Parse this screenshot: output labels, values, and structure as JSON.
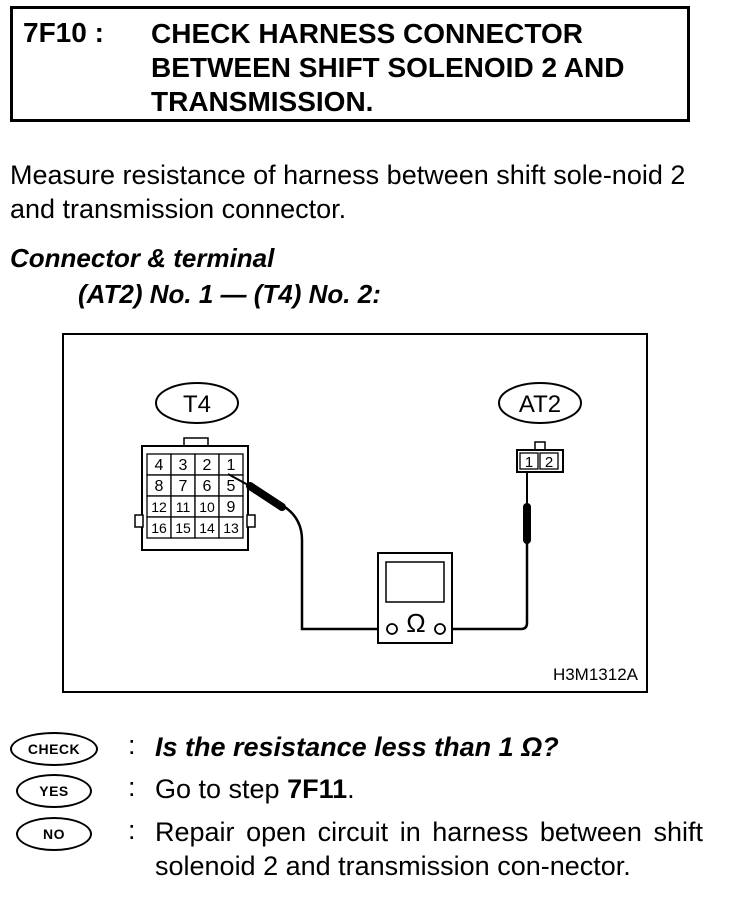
{
  "header": {
    "step_number": "7F10 :",
    "title": "CHECK HARNESS CONNECTOR BETWEEN SHIFT SOLENOID 2 AND TRANSMISSION."
  },
  "instruction": "Measure resistance of harness between shift sole-noid 2 and transmission connector.",
  "connector": {
    "heading": "Connector & terminal",
    "spec": "(AT2) No. 1 — (T4) No. 2:"
  },
  "diagram": {
    "label_t4": "T4",
    "label_at2": "AT2",
    "t4_pins": [
      "4",
      "3",
      "2",
      "1",
      "8",
      "7",
      "6",
      "5",
      "12",
      "11",
      "10",
      "9",
      "16",
      "15",
      "14",
      "13"
    ],
    "at2_pins": [
      "1",
      "2"
    ],
    "meter_symbol": "Ω",
    "figure_code": "H3M1312A"
  },
  "answers": [
    {
      "badge": "CHECK",
      "text": "Is the resistance less than 1 Ω?"
    },
    {
      "badge": "YES",
      "text_prefix": "Go to step ",
      "text_bold": "7F11",
      "text_suffix": "."
    },
    {
      "badge": "NO",
      "text": "Repair open circuit in harness between shift solenoid 2 and transmission con-nector."
    }
  ]
}
